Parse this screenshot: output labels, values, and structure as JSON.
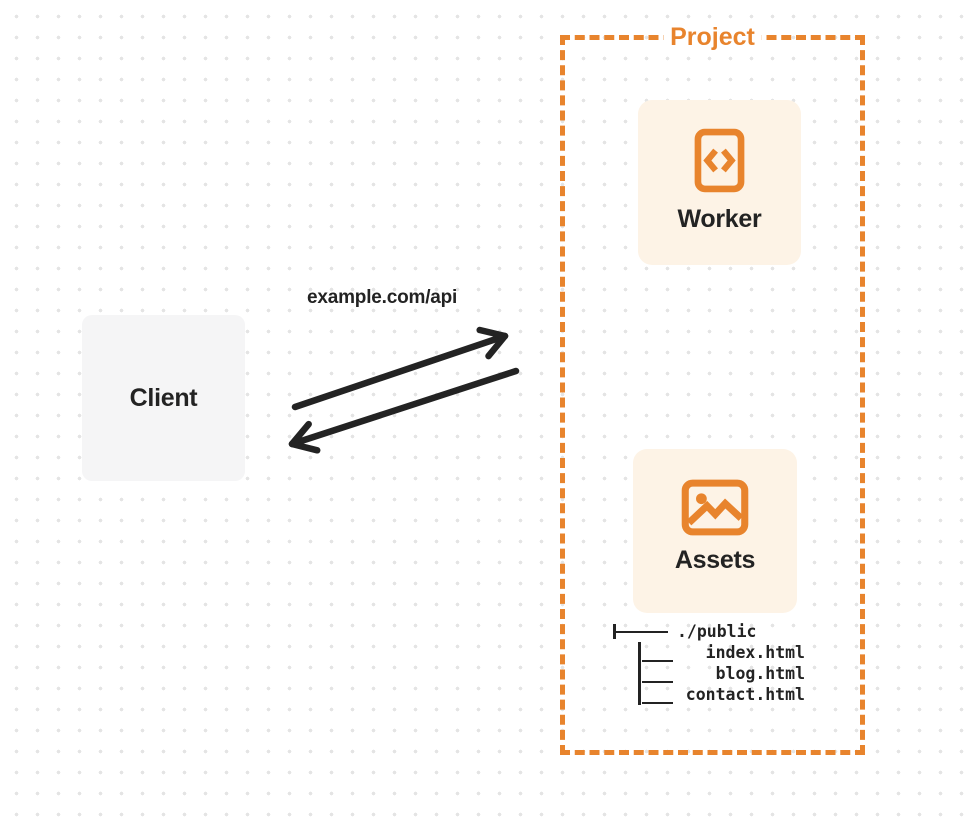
{
  "diagram": {
    "client": {
      "label": "Client"
    },
    "request": {
      "url_label": "example.com/api"
    },
    "project": {
      "label": "Project",
      "nodes": {
        "worker": {
          "label": "Worker",
          "icon": "code-file-icon"
        },
        "assets": {
          "label": "Assets",
          "icon": "image-icon"
        }
      },
      "file_tree": {
        "root": "./public",
        "files": [
          "index.html",
          "blog.html",
          "contact.html"
        ]
      }
    }
  },
  "colors": {
    "orange": "#E8842D",
    "cream": "#FDF3E6",
    "client_box": "#F5F5F6",
    "ink": "#232323",
    "dot": "#E4E4E4",
    "background": "#FFFFFF"
  }
}
